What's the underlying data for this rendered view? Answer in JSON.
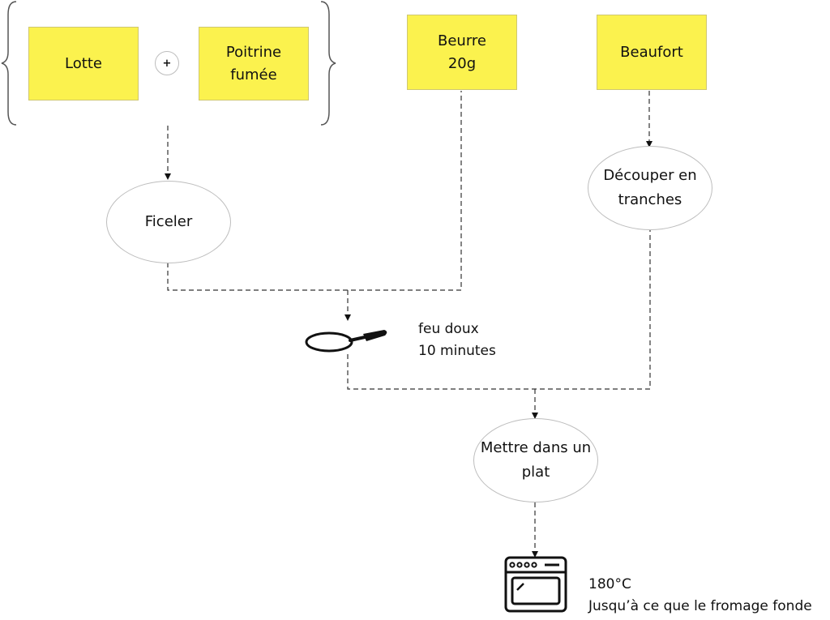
{
  "ingredients": {
    "lotte": "Lotte",
    "plus": "+",
    "poitrine": "Poitrine\nfumée",
    "beurre": "Beurre\n20g",
    "beaufort": "Beaufort"
  },
  "steps": {
    "ficeler": "Ficeler",
    "decouper": "Découper en\ntranches",
    "mettre": "Mettre dans un\nplat"
  },
  "notes": {
    "pan": "feu doux\n10 minutes",
    "oven": "180°C\nJusqu’à ce que le fromage fonde"
  },
  "icons": {
    "pan": "frying-pan-icon",
    "oven": "oven-icon"
  },
  "colors": {
    "box_fill": "#fbf24e",
    "line": "#333333"
  }
}
